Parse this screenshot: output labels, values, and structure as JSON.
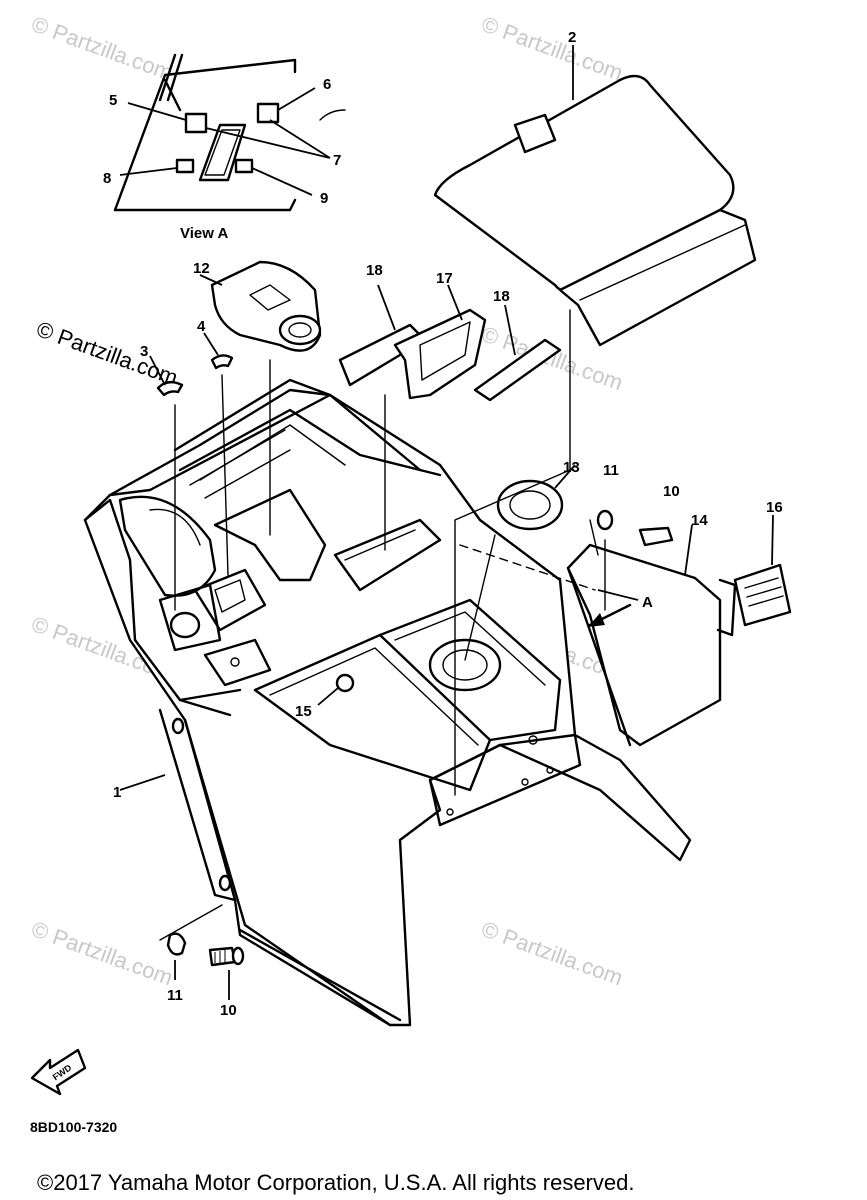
{
  "diagram": {
    "callouts": [
      "1",
      "2",
      "3",
      "4",
      "5",
      "6",
      "7",
      "8",
      "9",
      "10",
      "11",
      "12",
      "13",
      "14",
      "15",
      "16",
      "17",
      "18",
      "18",
      "10",
      "11"
    ],
    "view_label": "View A",
    "arrow_label": "A",
    "fwd_label": "FWD",
    "diagram_code": "8BD100-7320",
    "copyright": "©2017  Yamaha Motor Corporation, U.S.A. All rights reserved.",
    "watermark": "© Partzilla.com"
  }
}
